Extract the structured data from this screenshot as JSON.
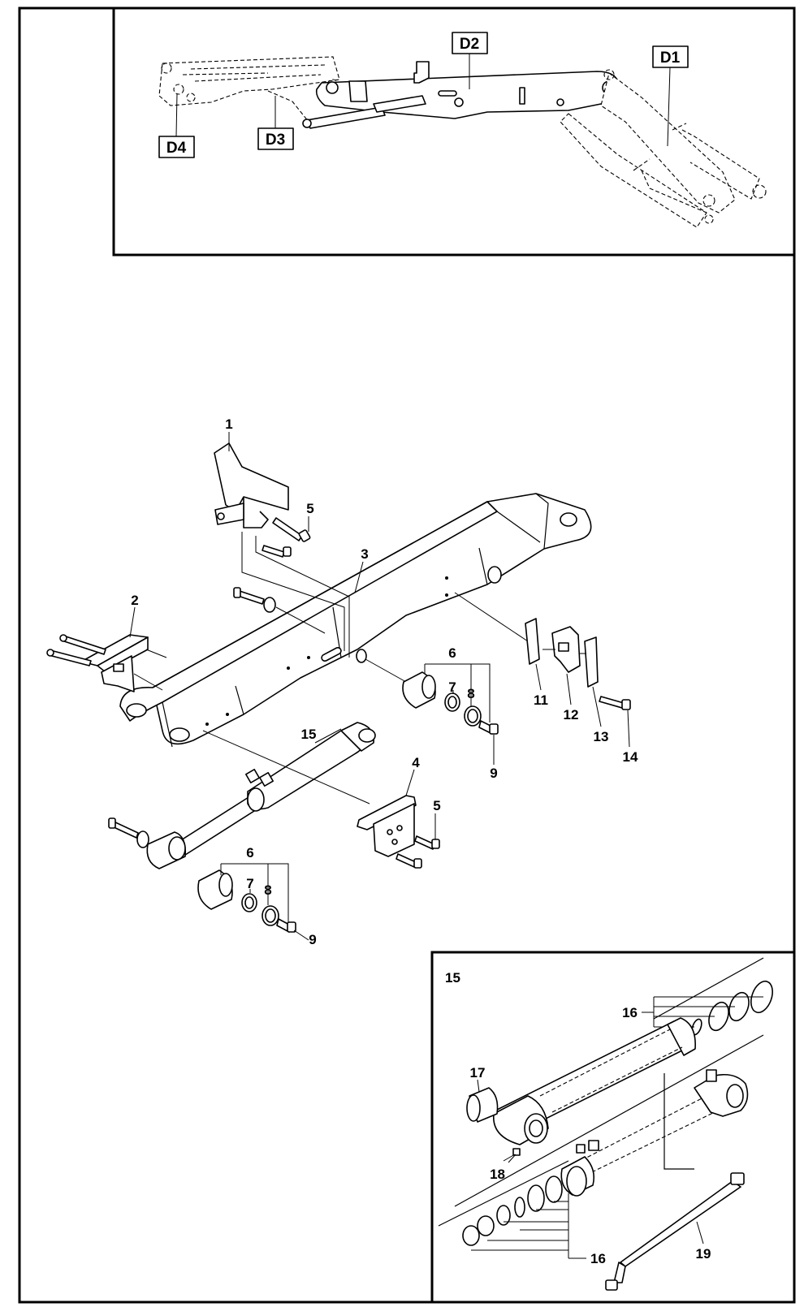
{
  "overview": {
    "labels": [
      "D1",
      "D2",
      "D3",
      "D4"
    ]
  },
  "main": {
    "callouts": {
      "c1": "1",
      "c2": "2",
      "c3": "3",
      "c4": "4",
      "c5a": "5",
      "c5b": "5",
      "c6a": "6",
      "c6b": "6",
      "c7a": "7",
      "c7b": "7",
      "c8a": "8",
      "c8b": "8",
      "c9a": "9",
      "c9b": "9",
      "c11": "11",
      "c12": "12",
      "c13": "13",
      "c14": "14",
      "c15": "15"
    }
  },
  "detail": {
    "title": "15",
    "callouts": {
      "c16a": "16",
      "c16b": "16",
      "c17": "17",
      "c18": "18",
      "c19": "19"
    }
  }
}
